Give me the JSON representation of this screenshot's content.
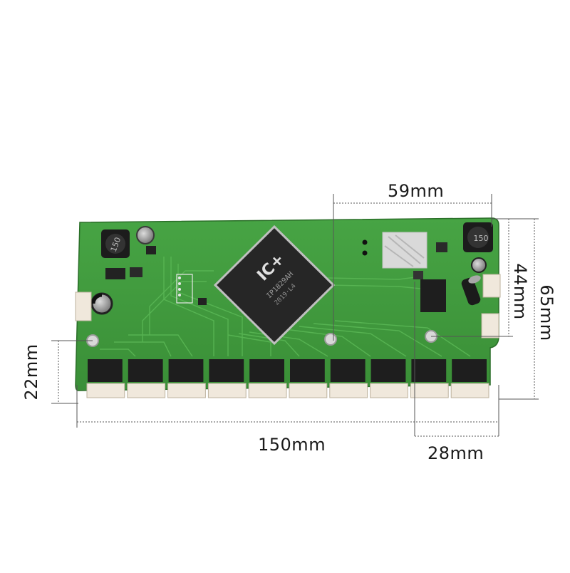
{
  "dimensions": {
    "top_width": "59mm",
    "right_inner_height": "44mm",
    "right_outer_height": "65mm",
    "left_height": "22mm",
    "bottom_width": "150mm",
    "bottom_right_width": "28mm"
  },
  "board": {
    "chip_brand": "IC+",
    "inductor_marking": "150",
    "port_count": 10
  },
  "colors": {
    "pcb_green": "#3f9a3c",
    "pcb_dark": "#2d7a2c",
    "chip": "#2b2b2b",
    "connector": "#f0e8dc",
    "transformer": "#1e1e1e"
  }
}
